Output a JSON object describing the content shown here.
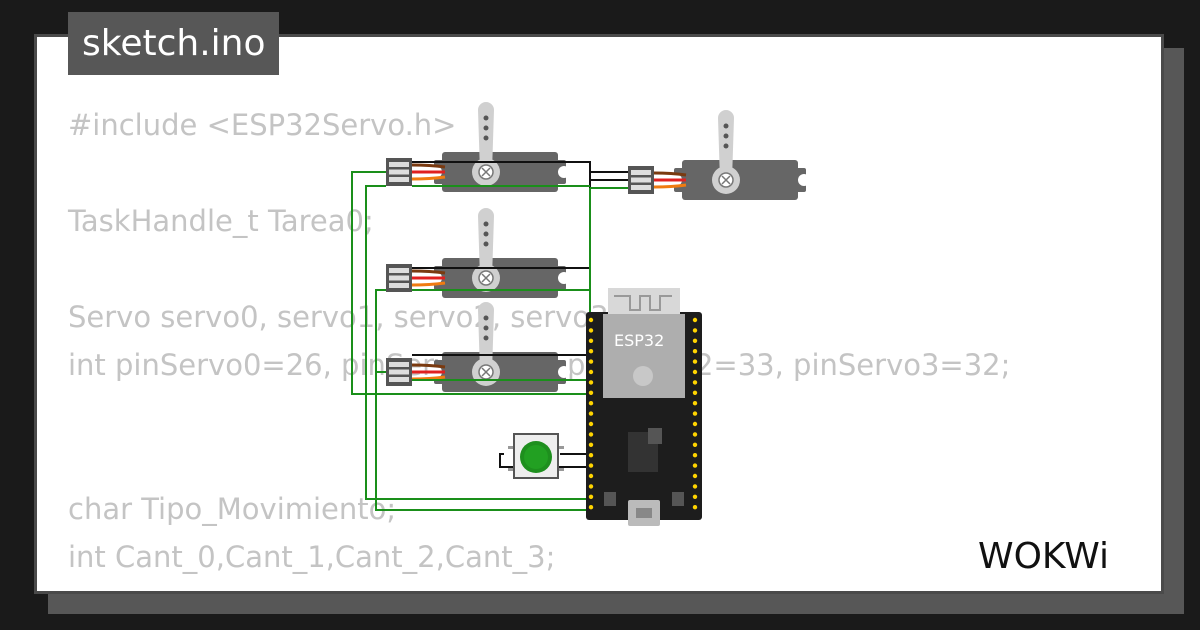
{
  "title": "sketch.ino",
  "code_lines": [
    "#include <ESP32Servo.h>",
    "",
    "TaskHandle_t Tarea0;",
    "",
    "Servo servo0, servo1, servo2, servo3;",
    "int pinServo0=26, pinServo1=25, pinServo2=33, pinServo3=32;",
    "",
    "",
    "char Tipo_Movimiento;",
    "int Cant_0,Cant_1,Cant_2,Cant_3;"
  ],
  "board_label": "ESP32",
  "brand": "WOKWi",
  "colors": {
    "background": "#1a1a1a",
    "panel": "#ffffff",
    "tab": "#575757",
    "code_text": "#c4c4c4",
    "wire_green": "#1a8f1a",
    "servo_body": "#666666",
    "servo_wire_orange": "#f07b10",
    "servo_wire_red": "#e02020",
    "servo_wire_brown": "#7a3a10",
    "button_green": "#1e8f1e",
    "board_black": "#1d1d1d"
  }
}
